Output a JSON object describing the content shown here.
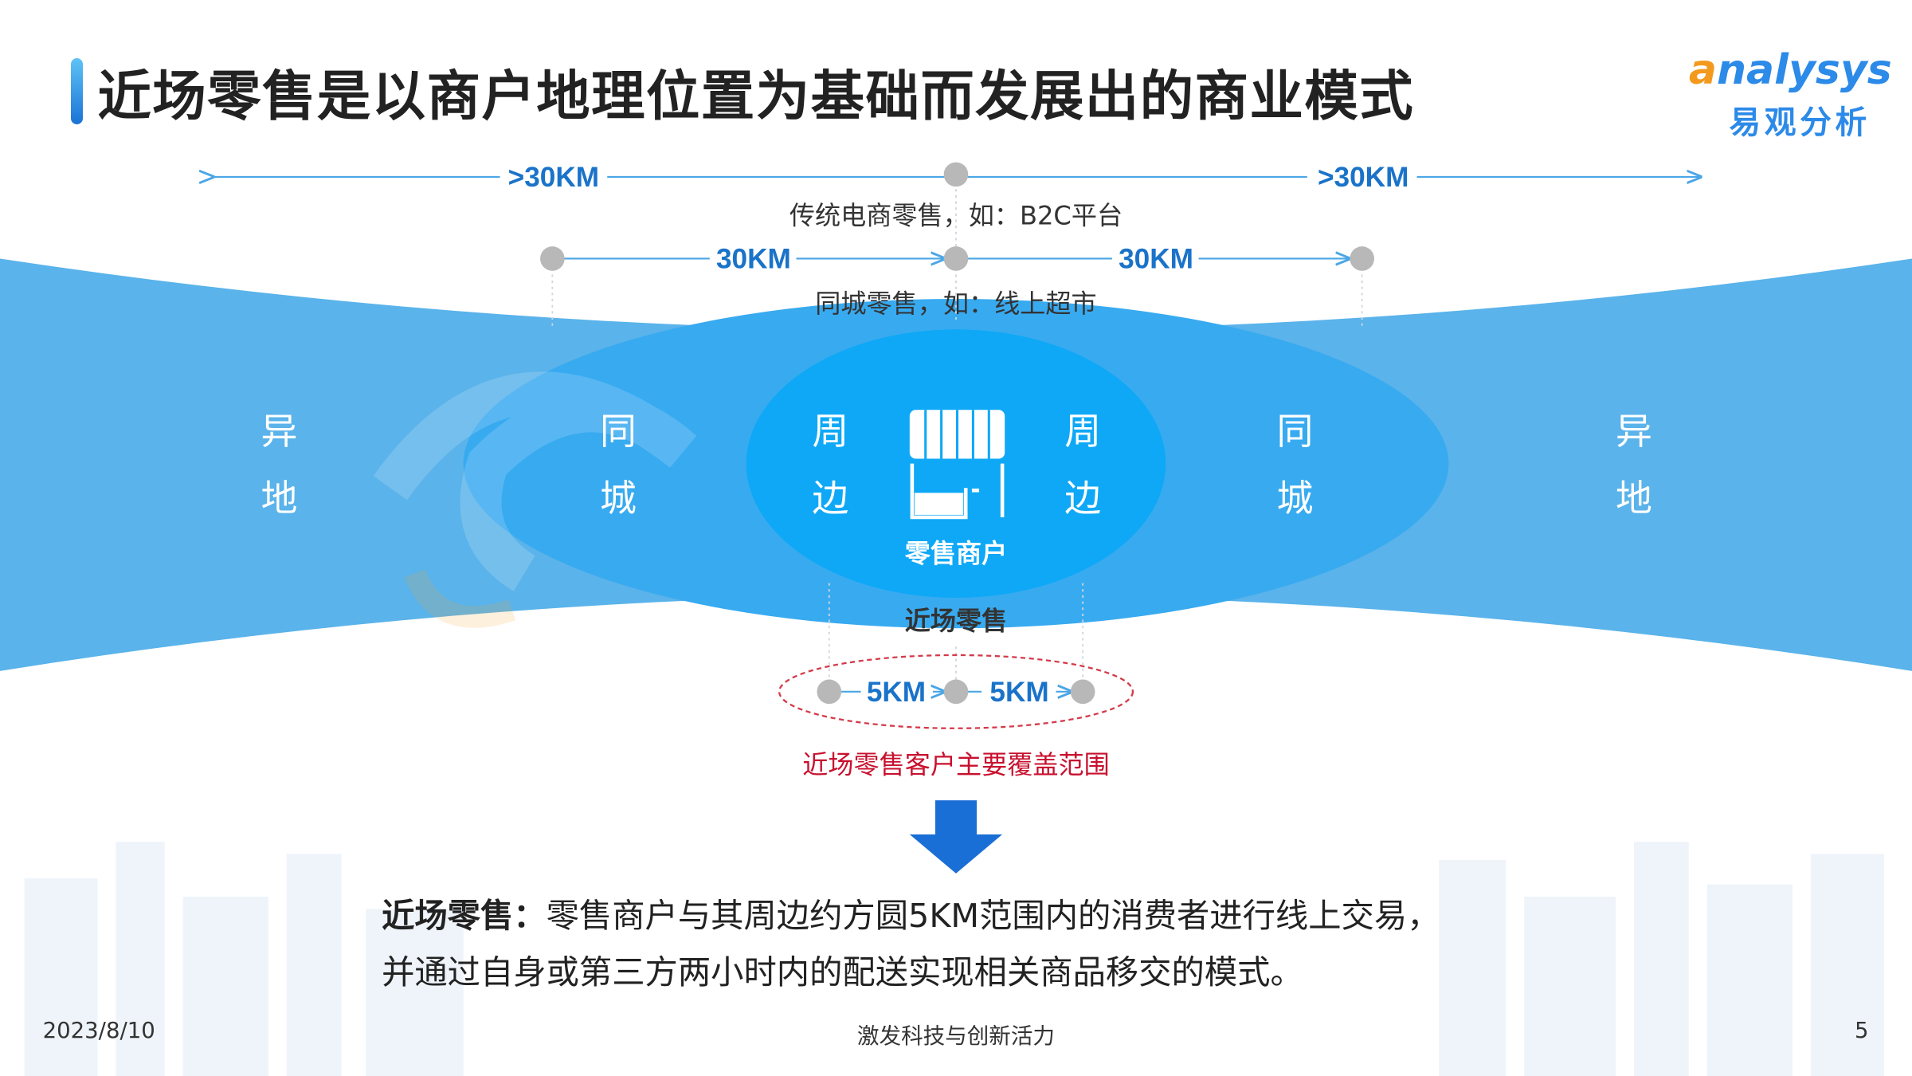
{
  "title": "近场零售是以商户地理位置为基础而发展出的商业模式",
  "logo": {
    "en_first": "a",
    "en_rest": "nalysys",
    "cn": "易观分析"
  },
  "scale": {
    "far_label_left": ">30KM",
    "far_label_right": ">30KM",
    "traditional_caption": "传统电商零售，如：B2C平台",
    "city_label_left": "30KM",
    "city_label_right": "30KM",
    "city_caption": "同城零售，如：线上超市",
    "near_label_left": "5KM",
    "near_label_right": "5KM",
    "near_caption": "近场零售客户主要覆盖范围"
  },
  "zones": {
    "far_left": [
      "异",
      "地"
    ],
    "city_left": [
      "同",
      "城"
    ],
    "near_left": [
      "周",
      "边"
    ],
    "near_right": [
      "周",
      "边"
    ],
    "city_right": [
      "同",
      "城"
    ],
    "far_right": [
      "异",
      "地"
    ]
  },
  "center": {
    "merchant": "零售商户",
    "mode": "近场零售"
  },
  "description": {
    "term": "近场零售：",
    "line1": "零售商户与其周边约方圆5KM范围内的消费者进行线上交易，",
    "line2": "并通过自身或第三方两小时内的配送实现相关商品移交的模式。"
  },
  "footer": {
    "date": "2023/8/10",
    "slogan": "激发科技与创新活力",
    "page": "5"
  },
  "colors": {
    "band": "#5ab3ea",
    "city": "#38aaf0",
    "near": "#0ea8f6",
    "arrow": "#4aa6e6",
    "label": "#1a73c9",
    "dot": "#b8b8b8",
    "red": "#c8102e",
    "down_arrow": "#1a6fd6"
  }
}
